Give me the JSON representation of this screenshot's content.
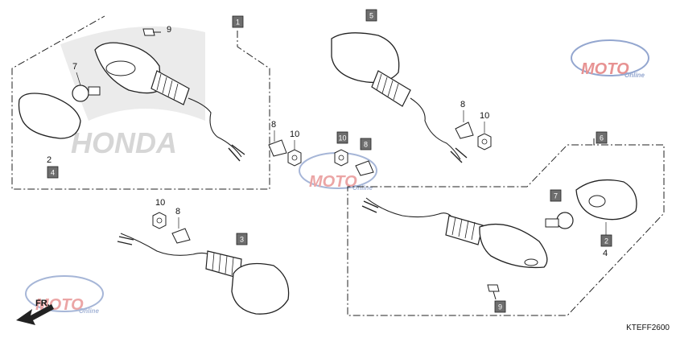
{
  "diagram_code": "KTEFF2600",
  "front_arrow_label": "FR.",
  "watermark": {
    "brand_text": "HONDA",
    "logo_text": "MOTO",
    "logo_subtext": "Online"
  },
  "colors": {
    "part_box_fill": "#6e6e6e",
    "line": "#222222",
    "watermark": "#d9d9d9",
    "logo_red": "#d43a3a",
    "logo_blue": "#3b5ea8"
  },
  "groups": [
    {
      "id": "g1",
      "box_label": "1",
      "callouts": [
        "9",
        "7",
        "2"
      ],
      "boxed_callouts": [
        "4"
      ]
    },
    {
      "id": "g5",
      "box_label": "5",
      "callouts": [
        "8",
        "10"
      ],
      "boxed_callouts": []
    },
    {
      "id": "g-mid-left",
      "callouts": [
        "8",
        "10"
      ],
      "boxed_callouts": []
    },
    {
      "id": "g-mid-right",
      "callouts": [],
      "boxed_callouts": [
        "10",
        "8"
      ]
    },
    {
      "id": "g3",
      "box_label": "3",
      "callouts": [
        "10",
        "8"
      ],
      "boxed_callouts": []
    },
    {
      "id": "g6",
      "box_label": "6",
      "callouts": [
        "4"
      ],
      "boxed_callouts": [
        "7",
        "2",
        "9"
      ]
    }
  ]
}
